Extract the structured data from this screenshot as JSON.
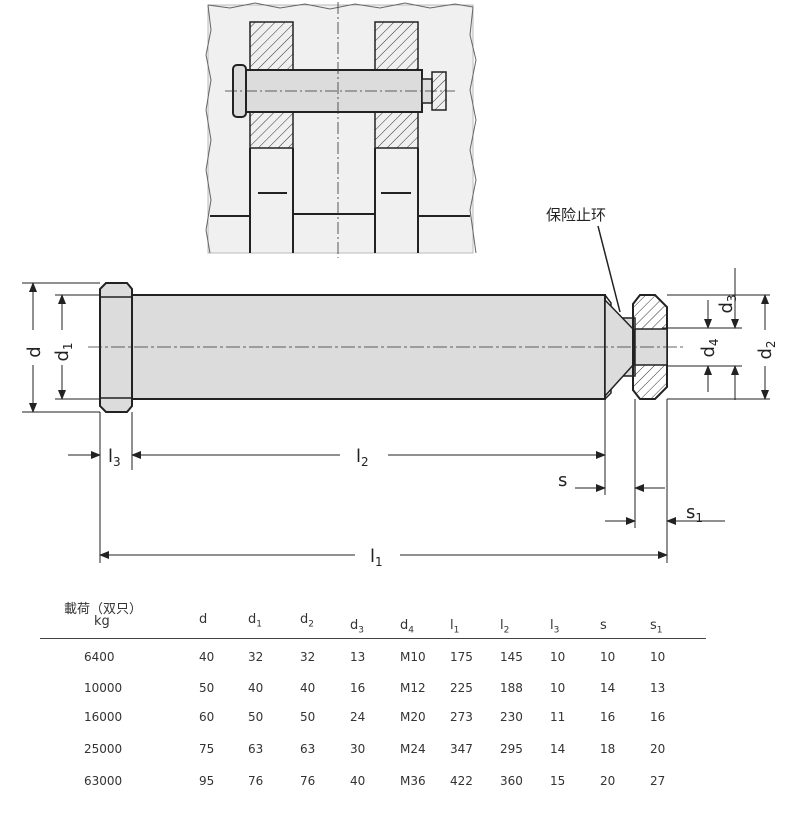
{
  "callout_label": "保险止环",
  "dimensions": {
    "d": "d",
    "d1": "d",
    "d2": "d",
    "d3": "d",
    "d4": "d",
    "l1": "l",
    "l2": "l",
    "l3": "l",
    "s": "s",
    "s1": "s",
    "sub1": "1",
    "sub2": "2",
    "sub3": "3",
    "sub4": "4"
  },
  "table": {
    "load_header_line1": "載荷（双只）",
    "load_header_line2": "kg",
    "columns": [
      {
        "base": "d",
        "sub": ""
      },
      {
        "base": "d",
        "sub": "1"
      },
      {
        "base": "d",
        "sub": "2"
      },
      {
        "base": "d",
        "sub": "3"
      },
      {
        "base": "d",
        "sub": "4"
      },
      {
        "base": "l",
        "sub": "1"
      },
      {
        "base": "l",
        "sub": "2"
      },
      {
        "base": "l",
        "sub": "3"
      },
      {
        "base": "s",
        "sub": ""
      },
      {
        "base": "s",
        "sub": "1"
      }
    ],
    "rows": [
      {
        "load": "6400",
        "d": "40",
        "d1": "32",
        "d2": "32",
        "d3": "13",
        "d4": "M10",
        "l1": "175",
        "l2": "145",
        "l3": "10",
        "s": "10",
        "s1": "10"
      },
      {
        "load": "10000",
        "d": "50",
        "d1": "40",
        "d2": "40",
        "d3": "16",
        "d4": "M12",
        "l1": "225",
        "l2": "188",
        "l3": "10",
        "s": "14",
        "s1": "13"
      },
      {
        "load": "16000",
        "d": "60",
        "d1": "50",
        "d2": "50",
        "d3": "24",
        "d4": "M20",
        "l1": "273",
        "l2": "230",
        "l3": "11",
        "s": "16",
        "s1": "16"
      },
      {
        "load": "25000",
        "d": "75",
        "d1": "63",
        "d2": "63",
        "d3": "30",
        "d4": "M24",
        "l1": "347",
        "l2": "295",
        "l3": "14",
        "s": "18",
        "s1": "20"
      },
      {
        "load": "63000",
        "d": "95",
        "d1": "76",
        "d2": "76",
        "d3": "40",
        "d4": "M36",
        "l1": "422",
        "l2": "360",
        "l3": "15",
        "s": "20",
        "s1": "27"
      }
    ]
  }
}
